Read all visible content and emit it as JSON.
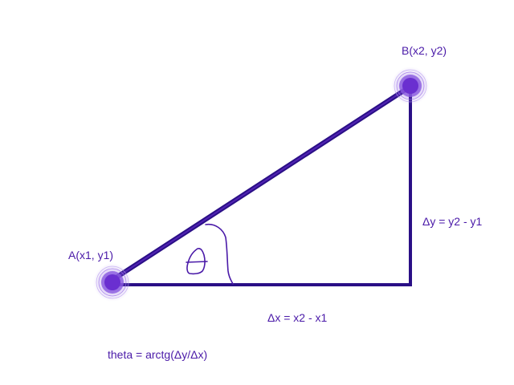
{
  "colors": {
    "line": "#2a0f86",
    "accent": "#6a2fd0",
    "text": "#4a1aa8",
    "point_fill": "#6a2fd0"
  },
  "points": {
    "a_label": "A(x1, y1)",
    "b_label": "B(x2, y2)"
  },
  "labels": {
    "delta_x": "Δx = x2 - x1",
    "delta_y": "Δy = y2 - y1",
    "formula": "theta = arctg(Δy/Δx)"
  },
  "icons": {
    "theta_symbol": "handwritten-theta-icon",
    "angle_arc": "angle-arc-icon"
  }
}
